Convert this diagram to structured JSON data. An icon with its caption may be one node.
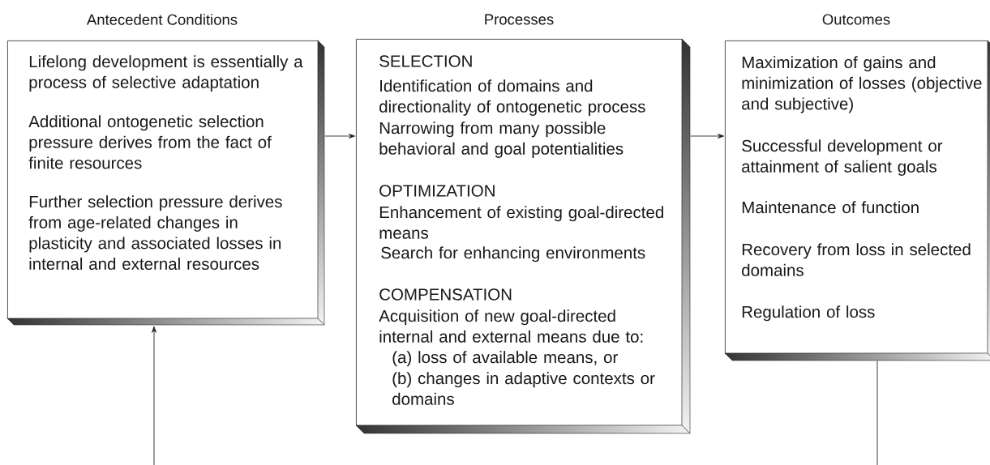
{
  "diagram": {
    "nodes": [
      {
        "text": [
          "Antecedent Conditions",
          "Lifelong development is essentially a process of selective adaptation",
          "Additional ontogenetic selection pressure derives from the fact of finite resources",
          "Further selection pressure derives from age-related changes in plasticity and associated losses in internal and external resources"
        ]
      },
      {
        "text": [
          "Processes",
          "SELECTION",
          "Identification of domains and directionality of ontogenetic process",
          "Narrowing from many possible behavioral and goal potentialities",
          "OPTIMIZATION",
          "Enhancement of existing goal-directed means",
          "Search for enhancing environments",
          "COMPENSATION",
          "Acquisition of new goal-directed internal and external means due to:",
          "(a) loss of available means, or",
          "(b) changes in adaptive contexts or domains"
        ]
      },
      {
        "text": [
          "Outcomes",
          "Maximization of gains and minimization of losses (objective and subjective)",
          "Successful development or attainment of salient goals",
          "Maintenance of function",
          "Recovery from loss in selected domains",
          "Regulation of loss"
        ]
      }
    ],
    "edges": [
      {
        "from": 0,
        "to": 1,
        "arrow": "to"
      },
      {
        "from": 1,
        "to": 2,
        "arrow": "to"
      },
      {
        "from": null,
        "to": 0,
        "arrow": "to"
      },
      {
        "from": 2,
        "to": null,
        "arrow": "none"
      }
    ]
  }
}
